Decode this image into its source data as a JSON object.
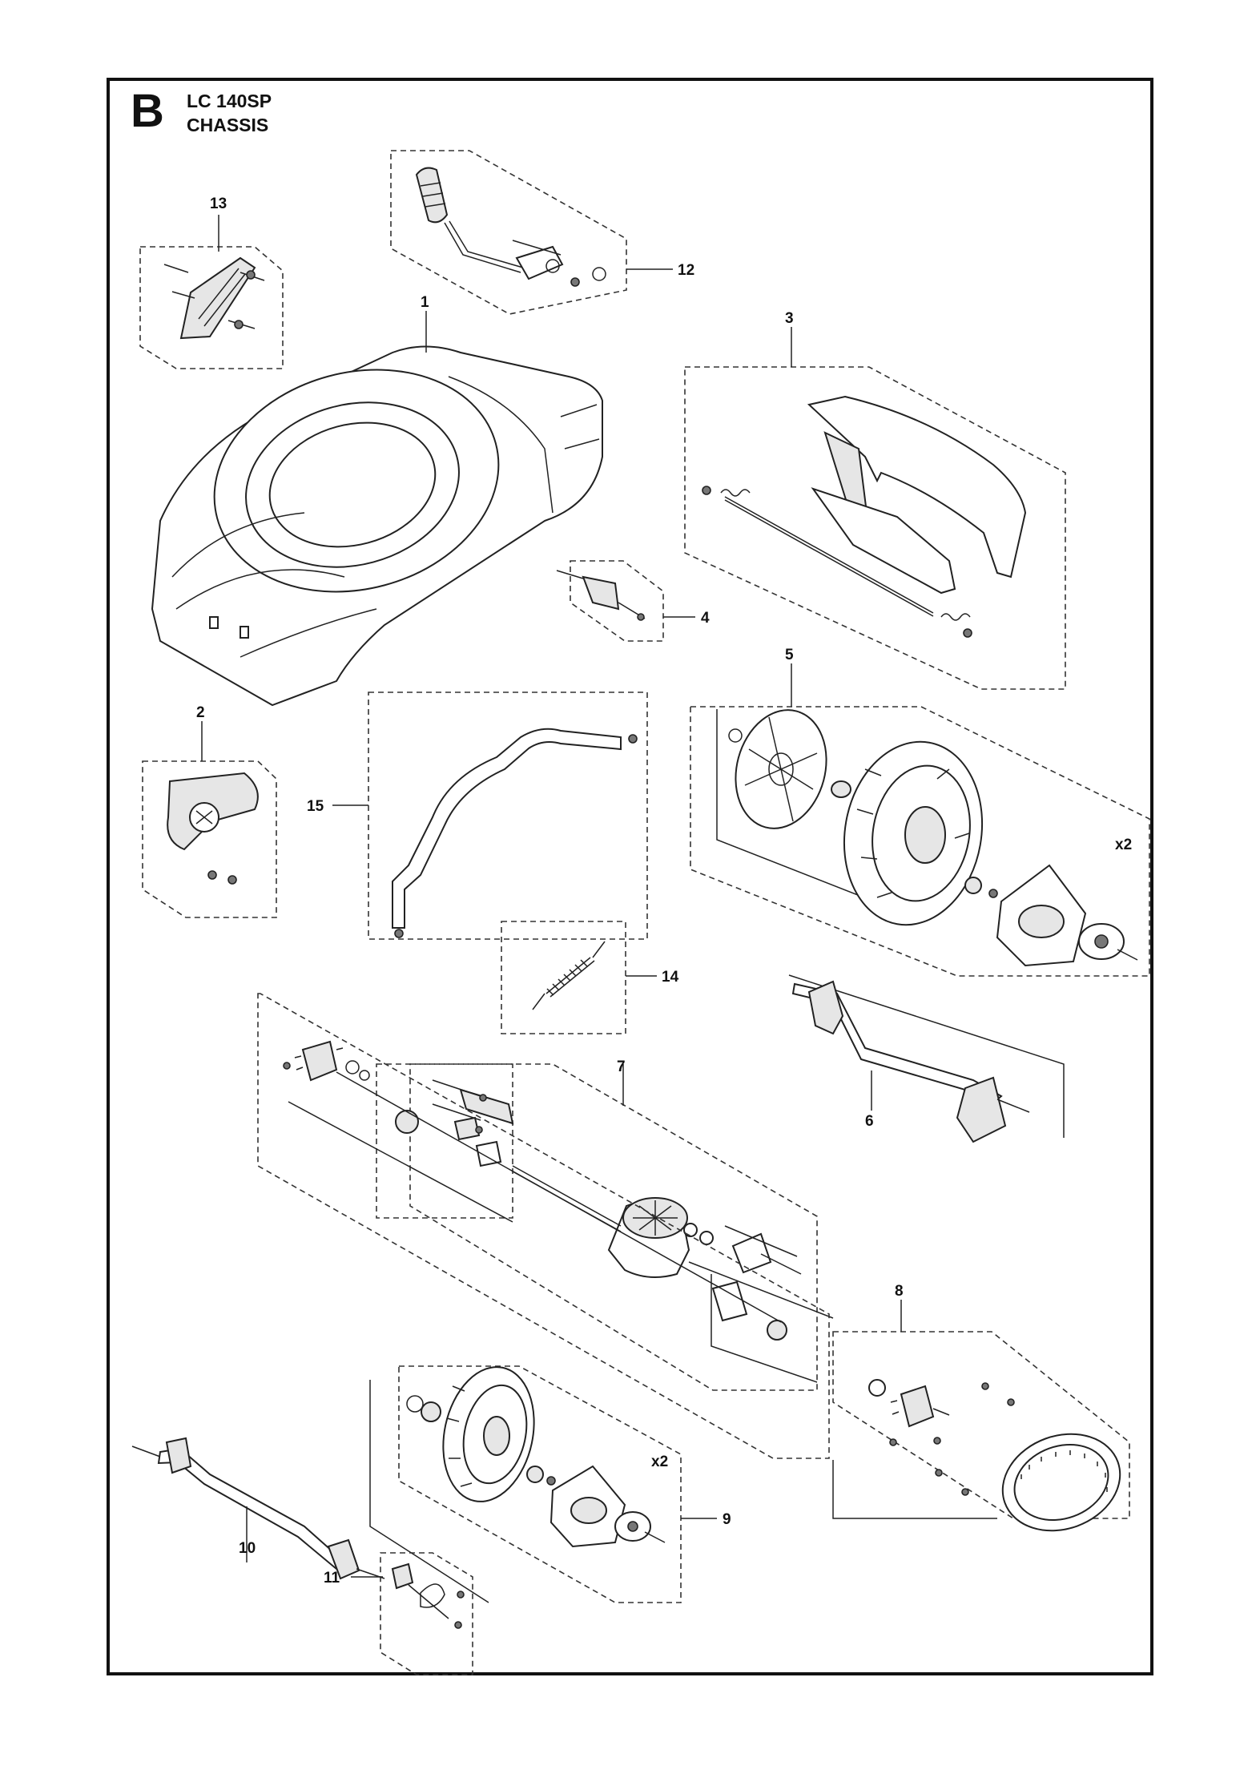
{
  "header": {
    "section_letter": "B",
    "model": "LC 140SP",
    "section_name": "CHASSIS"
  },
  "callouts": [
    {
      "id": "1",
      "label": "1"
    },
    {
      "id": "2",
      "label": "2"
    },
    {
      "id": "3",
      "label": "3"
    },
    {
      "id": "4",
      "label": "4"
    },
    {
      "id": "5",
      "label": "5"
    },
    {
      "id": "6",
      "label": "6"
    },
    {
      "id": "7",
      "label": "7"
    },
    {
      "id": "8",
      "label": "8"
    },
    {
      "id": "9",
      "label": "9"
    },
    {
      "id": "10",
      "label": "10"
    },
    {
      "id": "11",
      "label": "11"
    },
    {
      "id": "12",
      "label": "12"
    },
    {
      "id": "13",
      "label": "13"
    },
    {
      "id": "14",
      "label": "14"
    },
    {
      "id": "15",
      "label": "15"
    }
  ],
  "quantity_marks": {
    "rear_wheel": "x2",
    "front_wheel": "x2"
  }
}
